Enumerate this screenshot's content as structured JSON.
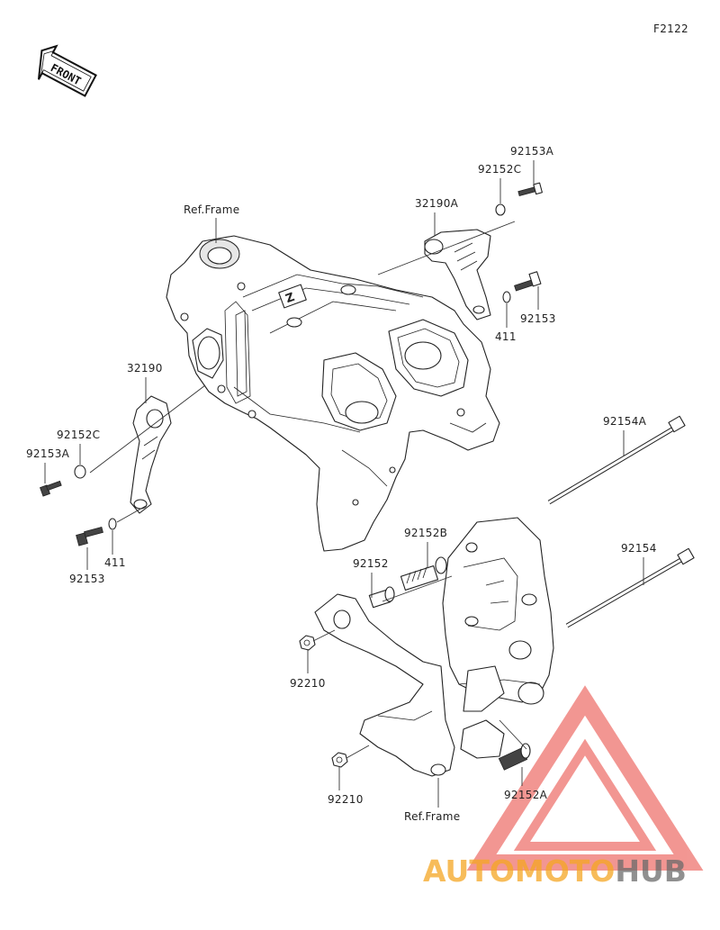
{
  "diagram_code": "F2122",
  "front_badge": "FRONT",
  "ref_frame_top": "Ref.Frame",
  "ref_frame_bottom": "Ref.Frame",
  "parts": {
    "p32190A": "32190A",
    "p92152C_right": "92152C",
    "p92153A_right": "92153A",
    "p92153_right": "92153",
    "p411_right": "411",
    "p32190": "32190",
    "p92152C_left": "92152C",
    "p92153A_left": "92153A",
    "p411_left": "411",
    "p92153_left": "92153",
    "p92154A": "92154A",
    "p92154": "92154",
    "p92152B": "92152B",
    "p92152": "92152",
    "p92210_upper": "92210",
    "p92210_lower": "92210",
    "p92152A": "92152A"
  },
  "watermark": {
    "part1": "AUTO",
    "part2": "MOTO",
    "part3": "HUB",
    "color_red": "#e8413a",
    "color_orange": "#f5a623",
    "color_gray": "#6b6b6b"
  }
}
